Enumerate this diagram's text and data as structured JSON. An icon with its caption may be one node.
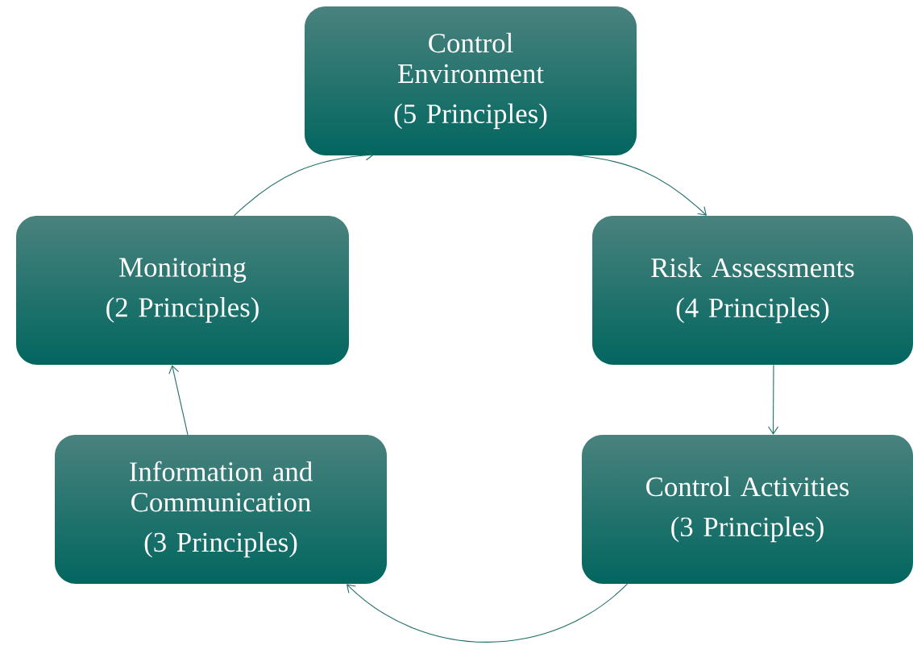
{
  "diagram": {
    "nodes": [
      {
        "text": [
          "Control Environment",
          "(5 Principles)"
        ]
      },
      {
        "text": [
          "Risk Assessments",
          "(4 Principles)"
        ]
      },
      {
        "text": [
          "Control Activities",
          "(3 Principles)"
        ]
      },
      {
        "text": [
          "Information and Communication",
          "(3 Principles)"
        ]
      },
      {
        "text": [
          "Monitoring",
          "(2 Principles)"
        ]
      }
    ],
    "edges": [
      {
        "from": 0,
        "to": 1,
        "arrow": "to"
      },
      {
        "from": 1,
        "to": 2,
        "arrow": "to"
      },
      {
        "from": 2,
        "to": 3,
        "arrow": "to"
      },
      {
        "from": 3,
        "to": 4,
        "arrow": "to"
      },
      {
        "from": 4,
        "to": 0,
        "arrow": "to"
      }
    ]
  }
}
